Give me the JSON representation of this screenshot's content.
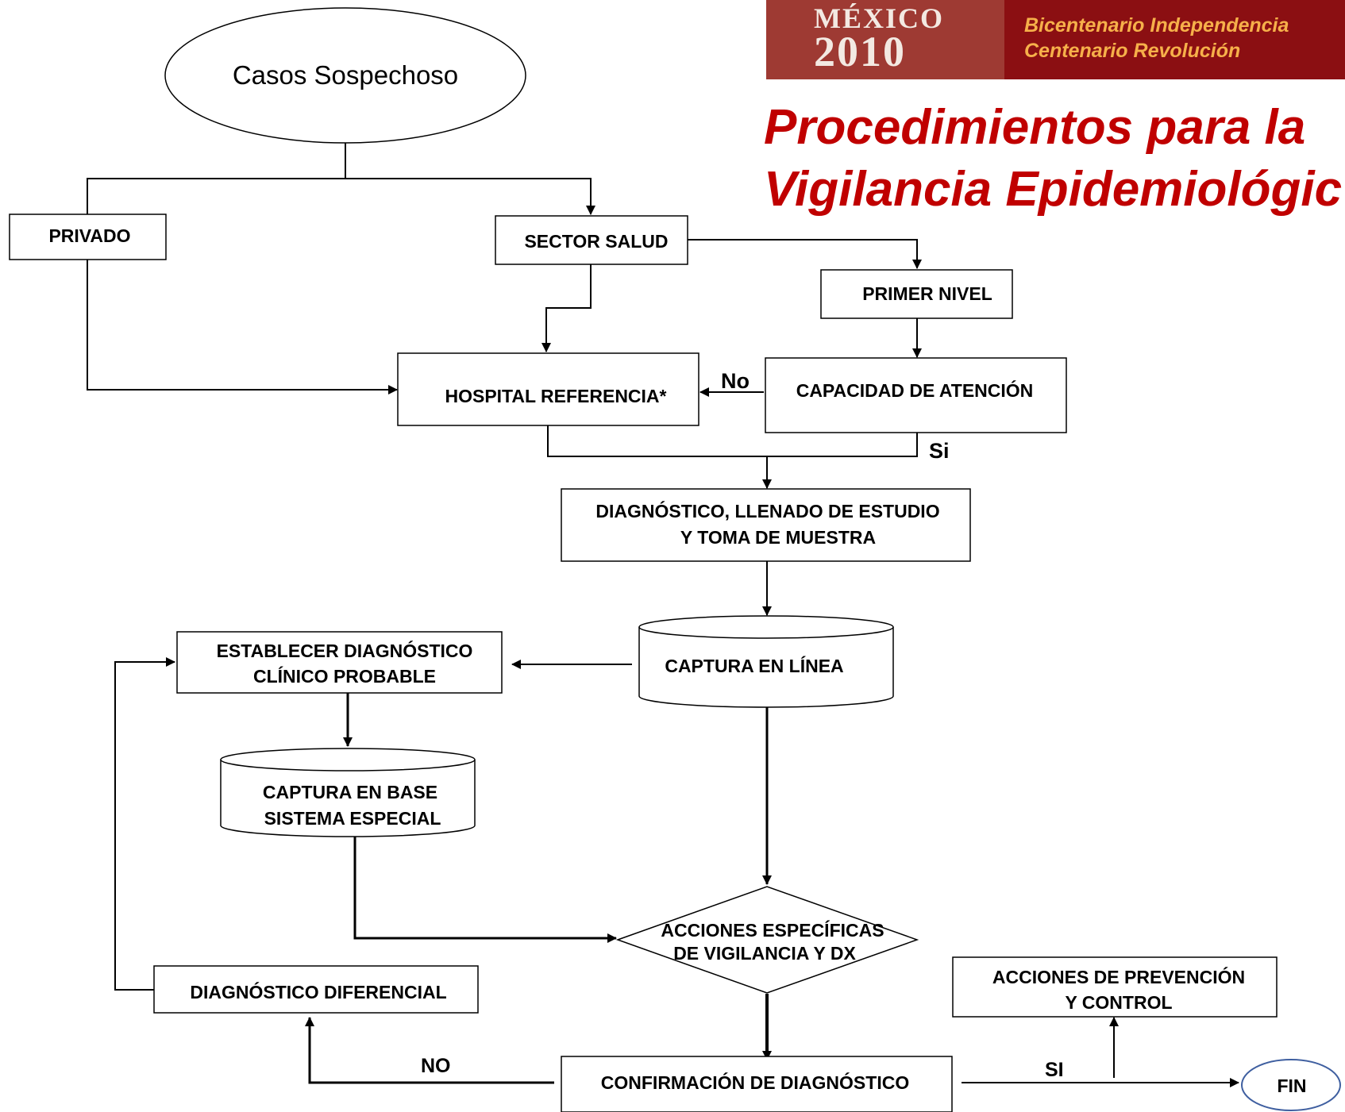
{
  "header": {
    "logo_top": "MÉXICO",
    "logo_bottom": "2010",
    "banner_line1": "Bicentenario Independencia",
    "banner_line2": "Centenario Revolución"
  },
  "title": {
    "line1": "Procedimientos para la",
    "line2": "Vigilancia Epidemiológic"
  },
  "nodes": {
    "start": "Casos Sospechoso",
    "privado": "PRIVADO",
    "sector_salud": "SECTOR SALUD",
    "primer_nivel": "PRIMER NIVEL",
    "hospital": "HOSPITAL REFERENCIA*",
    "capacidad": "CAPACIDAD DE ATENCIÓN",
    "diagnostico_line1": "DIAGNÓSTICO, LLENADO DE ESTUDIO",
    "diagnostico_line2": "Y TOMA DE MUESTRA",
    "captura_linea": "CAPTURA EN LÍNEA",
    "establecer_line1": "ESTABLECER DIAGNÓSTICO",
    "establecer_line2": "CLÍNICO PROBABLE",
    "captura_base_line1": "CAPTURA EN BASE",
    "captura_base_line2": "SISTEMA ESPECIAL",
    "acciones_line1": "ACCIONES ESPECÍFICAS",
    "acciones_line2": "DE VIGILANCIA Y DX",
    "diferencial": "DIAGNÓSTICO DIFERENCIAL",
    "confirmacion": "CONFIRMACIÓN DE DIAGNÓSTICO",
    "prevencion_line1": "ACCIONES DE PREVENCIÓN",
    "prevencion_line2": "Y CONTROL",
    "fin": "FIN"
  },
  "edge_labels": {
    "no_capacidad": "No",
    "si_capacidad": "Si",
    "no_confirmacion": "NO",
    "si_confirmacion": "SI"
  }
}
